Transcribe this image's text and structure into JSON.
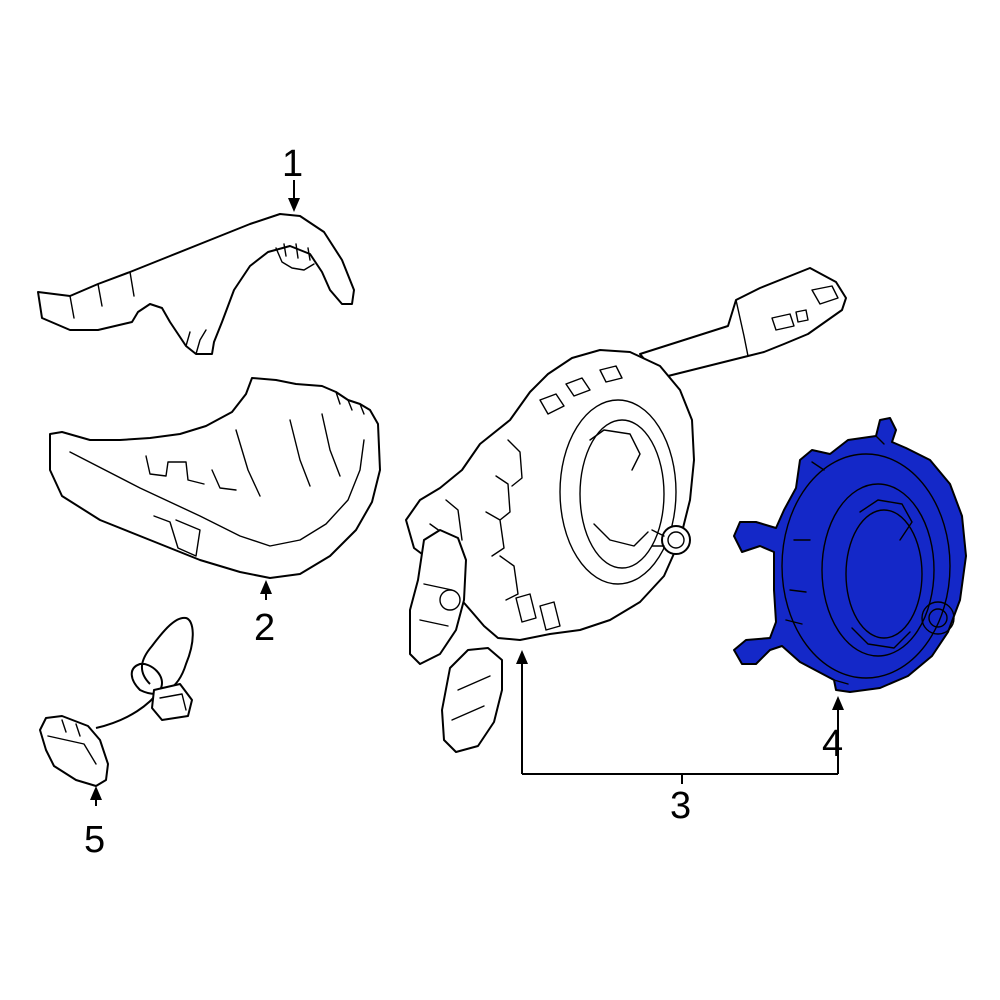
{
  "callouts": [
    {
      "id": "1",
      "label": "1"
    },
    {
      "id": "2",
      "label": "2"
    },
    {
      "id": "3",
      "label": "3"
    },
    {
      "id": "4",
      "label": "4"
    },
    {
      "id": "5",
      "label": "5"
    }
  ],
  "colors": {
    "highlight": "#1428c8",
    "line": "#000000",
    "background": "#ffffff"
  }
}
